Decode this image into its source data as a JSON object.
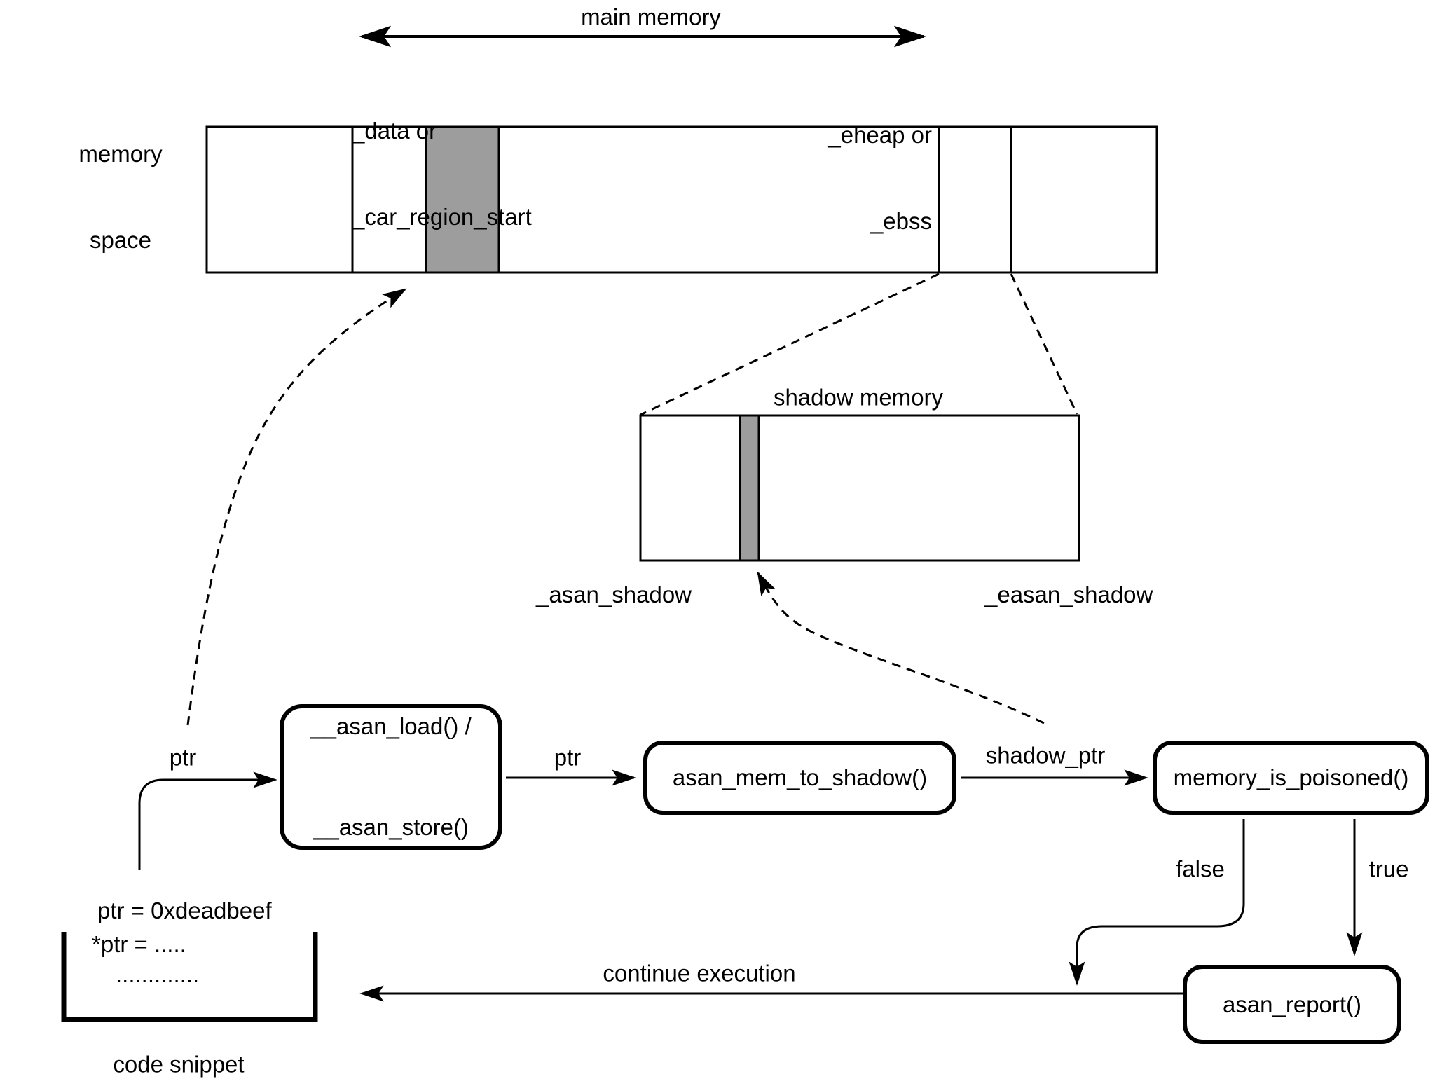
{
  "colors": {
    "background": "#ffffff",
    "line": "#000000",
    "shaded_segment": "#9d9d9d"
  },
  "main_memory": {
    "title": "main memory",
    "side_label_lines": [
      "memory",
      "space"
    ],
    "start_boundary_lines": [
      "_data or",
      "_car_region_start"
    ],
    "end_boundary_lines": [
      "_eheap or",
      "_ebss"
    ]
  },
  "shadow_memory": {
    "title": "shadow memory",
    "start_boundary": "_asan_shadow",
    "end_boundary": "_easan_shadow"
  },
  "flow": {
    "load_store_box_lines": [
      "__asan_load() /",
      "__asan_store()"
    ],
    "mem_to_shadow_box": "asan_mem_to_shadow()",
    "memory_is_poisoned_box": "memory_is_poisoned()",
    "asan_report_box": "asan_report()",
    "ptr_from_code_label": "ptr",
    "ptr_between_label": "ptr",
    "shadow_ptr_label": "shadow_ptr",
    "false_label": "false",
    "true_label": "true",
    "continue_label": "continue execution"
  },
  "code_snippet": {
    "lines": [
      "ptr = 0xdeadbeef",
      "*ptr = .....",
      "............."
    ],
    "caption": "code snippet"
  }
}
